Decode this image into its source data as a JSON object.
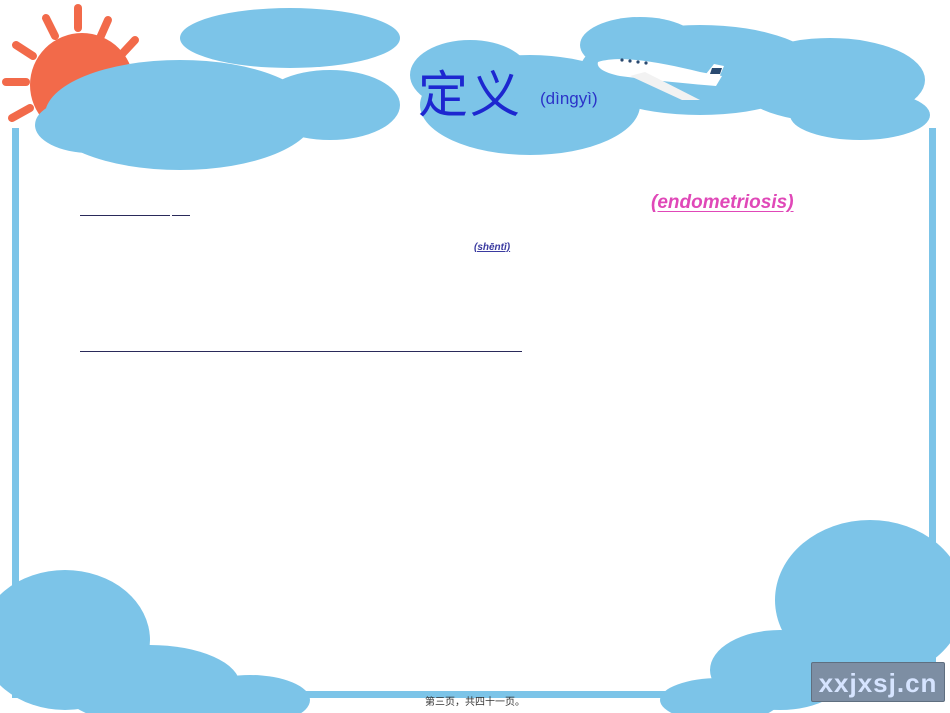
{
  "title": {
    "main": "定义",
    "pinyin": "(dìngyì)"
  },
  "line1": {
    "seg1": "",
    "seg2": "",
    "seg3": "",
    "seg4": "",
    "seg5": "",
    "term_en": "(endometriosis)",
    "seg7": ""
  },
  "shenti": "(shēntǐ)",
  "line2": {
    "seg1": "",
    "seg2": "",
    "seg3": "",
    "seg4": "",
    "seg5": ""
  },
  "footer": {
    "page_text": "第三页，共四十一页。"
  },
  "watermark": "xxjxsj.cn",
  "colors": {
    "sky_blue": "#7cc4e8",
    "title_blue": "#1d27d0",
    "pink": "#e048b8",
    "purple": "#8a1ab0",
    "sun": "#f26a4a"
  }
}
